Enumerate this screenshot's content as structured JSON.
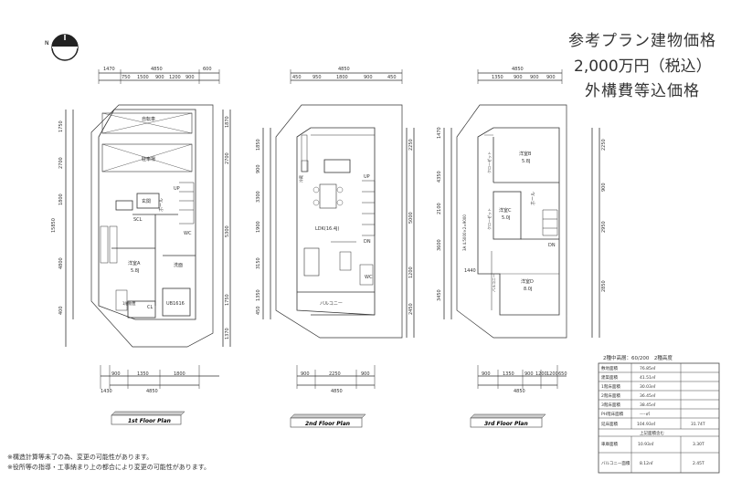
{
  "header": {
    "line1": "参考プラン建物価格",
    "line2": "2,000万円（税込）",
    "line3": "外構費等込価格"
  },
  "compass": {
    "north_label": "N"
  },
  "floors": {
    "f1": {
      "label": "1st  Floor Plan",
      "top_dims": [
        "1470",
        "4850",
        "600"
      ],
      "top_sub": [
        "750",
        "1500",
        "900",
        "1200",
        "900"
      ],
      "bottom_dims": [
        "900",
        "1350",
        "1800"
      ],
      "bottom_total": "4850",
      "bottom_side": "1430",
      "left_dims": [
        "1750",
        "2700",
        "1800",
        "4800",
        "400"
      ],
      "left_total": "15850",
      "right_dims": [
        "1870",
        "2700",
        "5300",
        "1750",
        "1370"
      ],
      "rooms": [
        "自転車",
        "駐車場",
        "玄関",
        "ホール",
        "SCL",
        "洋室A",
        "5.8J",
        "洗面",
        "CL",
        "UB1616",
        "WC",
        "UP",
        "1階物置"
      ]
    },
    "f2": {
      "label": "2nd  Floor Plan",
      "top_total": "4850",
      "top_sub": [
        "450",
        "950",
        "1800",
        "900",
        "450"
      ],
      "bottom_dims": [
        "900",
        "2250",
        "900"
      ],
      "bottom_total": "4850",
      "left_dims": [
        "1850",
        "900",
        "3300",
        "1900",
        "3150",
        "1350",
        "450"
      ],
      "right_dims": [
        "2250",
        "5000",
        "1200",
        "2450"
      ],
      "rooms": [
        "冷蔵",
        "LDK(16.4J)",
        "バルコニー",
        "WC",
        "UP",
        "DN"
      ]
    },
    "f3": {
      "label": "3rd  Floor Plan",
      "top_total": "4850",
      "top_sub": [
        "1350",
        "900",
        "900",
        "900"
      ],
      "bottom_dims": [
        "900",
        "1350",
        "900",
        "1200",
        "1200",
        "650"
      ],
      "bottom_total": "4850",
      "left_dims": [
        "1470",
        "4350",
        "2100",
        "3600",
        "1440",
        "3450"
      ],
      "right_dims": [
        "2250",
        "900",
        "2950",
        "2850"
      ],
      "rooms": [
        "洋室B",
        "5.8J",
        "洋室C",
        "5.0J",
        "洋室D",
        "8.0J",
        "ホール",
        "バルコニー",
        "クローゼット",
        "クローゼット",
        "DN"
      ],
      "note": "3A 4.5000×2=9000"
    }
  },
  "table": {
    "title": "2種中高層：60/200　2種高度",
    "rows": [
      {
        "label": "敷地面積",
        "value": "76.85㎡",
        "extra": ""
      },
      {
        "label": "建築面積",
        "value": "41.51㎡",
        "extra": ""
      },
      {
        "label": "1階床面積",
        "value": "30.03㎡",
        "extra": ""
      },
      {
        "label": "2階床面積",
        "value": "36.45㎡",
        "extra": ""
      },
      {
        "label": "3階床面積",
        "value": "38.45㎡",
        "extra": ""
      },
      {
        "label": "PH階床面積",
        "value": "----㎡",
        "extra": ""
      },
      {
        "label": "延床面積",
        "value": "104.93㎡",
        "extra": "31.74T"
      }
    ],
    "subheader": "上記面積含む",
    "rows2": [
      {
        "label": "車庫面積",
        "value": "10.93㎡",
        "extra": "3.30T"
      },
      {
        "label": "バルコニー面積",
        "value": "8.12㎡",
        "extra": "2.45T"
      }
    ]
  },
  "notes": [
    "※構造計算等未了の為、変更の可能性があります。",
    "※役所等の指導・工事納まり上の都合により変更の可能性があります。"
  ]
}
